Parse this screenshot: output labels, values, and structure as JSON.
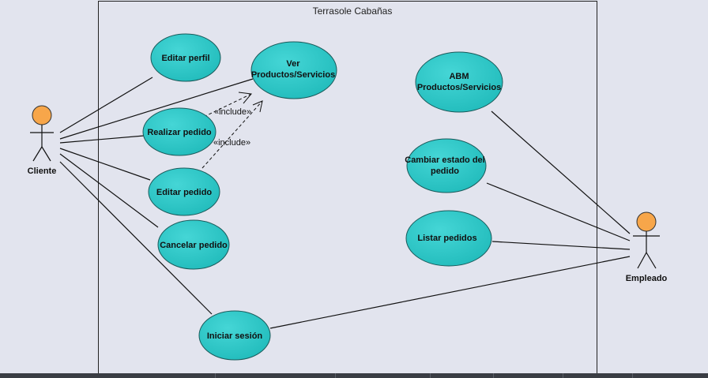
{
  "system": {
    "title": "Terrasole Cabañas"
  },
  "actors": {
    "cliente": "Cliente",
    "empleado": "Empleado"
  },
  "use_cases": {
    "editar_perfil": [
      "Editar perfil"
    ],
    "ver_productos": [
      "Ver",
      "Productos/Servicios"
    ],
    "realizar_pedido": [
      "Realizar pedido"
    ],
    "editar_pedido": [
      "Editar pedido"
    ],
    "cancelar_pedido": [
      "Cancelar pedido"
    ],
    "iniciar_sesion": [
      "Iniciar sesión"
    ],
    "abm_productos": [
      "ABM",
      "Productos/Servicios"
    ],
    "cambiar_estado": [
      "Cambiar estado del",
      "pedido"
    ],
    "listar_pedidos": [
      "Listar pedidos"
    ]
  },
  "relations": {
    "include_1": "«include»",
    "include_2": "«include»"
  },
  "colors": {
    "usecase_fill": "#2ec8c8",
    "usecase_stroke": "#1a5a5a",
    "actor_head": "#f7a64a",
    "background": "#e2e4ee"
  }
}
